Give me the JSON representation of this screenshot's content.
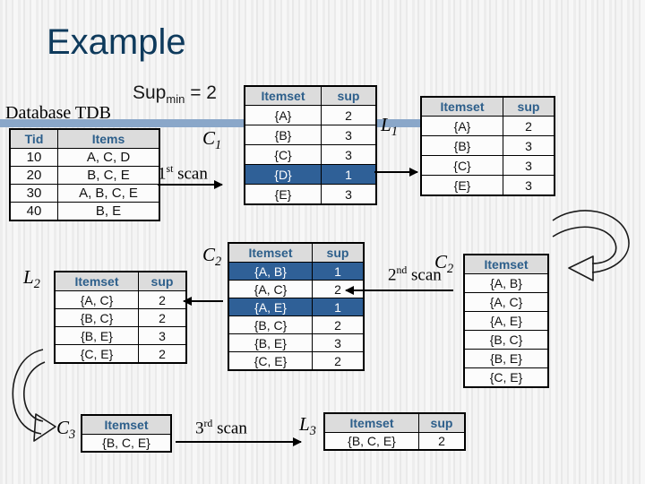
{
  "slide": {
    "title": "Example",
    "supmin_text": "Sup",
    "supmin_sub": "min",
    "supmin_value": "= 2",
    "database_label": "Database TDB"
  },
  "colors": {
    "title": "#0e3a5c",
    "header_text": "#2d5f8b",
    "header_bg": "#dcdcdc",
    "highlight_row": "#2f6097",
    "blue_bar": "#8aa7c9",
    "background": "#f2f2f2"
  },
  "labels": {
    "c1": "C",
    "c1_sub": "1",
    "l1": "L",
    "l1_sub": "1",
    "c2_mid": "C",
    "c2_mid_sub": "2",
    "l2": "L",
    "l2_sub": "2",
    "c2_right": "C",
    "c2_right_sub": "2",
    "c3": "C",
    "c3_sub": "3",
    "l3": "L",
    "l3_sub": "3",
    "scan1": "1",
    "scan1_sup": "st",
    "scan1_rest": " scan",
    "scan2": "2",
    "scan2_sup": "nd",
    "scan2_rest": " scan",
    "scan3": "3",
    "scan3_sup": "rd",
    "scan3_rest": " scan"
  },
  "tables": {
    "tdb": {
      "name": "Database TDB",
      "headers": [
        "Tid",
        "Items"
      ],
      "rows": [
        {
          "cells": [
            "10",
            "A, C, D"
          ],
          "highlight": false
        },
        {
          "cells": [
            "20",
            "B, C, E"
          ],
          "highlight": false
        },
        {
          "cells": [
            "30",
            "A, B, C, E"
          ],
          "highlight": false
        },
        {
          "cells": [
            "40",
            "B, E"
          ],
          "highlight": false
        }
      ]
    },
    "c1": {
      "name": "C1",
      "headers": [
        "Itemset",
        "sup"
      ],
      "rows": [
        {
          "cells": [
            "{A}",
            "2"
          ],
          "highlight": false
        },
        {
          "cells": [
            "{B}",
            "3"
          ],
          "highlight": false
        },
        {
          "cells": [
            "{C}",
            "3"
          ],
          "highlight": false
        },
        {
          "cells": [
            "{D}",
            "1"
          ],
          "highlight": true
        },
        {
          "cells": [
            "{E}",
            "3"
          ],
          "highlight": false
        }
      ]
    },
    "l1": {
      "name": "L1",
      "headers": [
        "Itemset",
        "sup"
      ],
      "rows": [
        {
          "cells": [
            "{A}",
            "2"
          ],
          "highlight": false
        },
        {
          "cells": [
            "{B}",
            "3"
          ],
          "highlight": false
        },
        {
          "cells": [
            "{C}",
            "3"
          ],
          "highlight": false
        },
        {
          "cells": [
            "{E}",
            "3"
          ],
          "highlight": false
        }
      ]
    },
    "c2_mid": {
      "name": "C2 with supports",
      "headers": [
        "Itemset",
        "sup"
      ],
      "rows": [
        {
          "cells": [
            "{A, B}",
            "1"
          ],
          "highlight": true
        },
        {
          "cells": [
            "{A, C}",
            "2"
          ],
          "highlight": false
        },
        {
          "cells": [
            "{A, E}",
            "1"
          ],
          "highlight": true
        },
        {
          "cells": [
            "{B, C}",
            "2"
          ],
          "highlight": false
        },
        {
          "cells": [
            "{B, E}",
            "3"
          ],
          "highlight": false
        },
        {
          "cells": [
            "{C, E}",
            "2"
          ],
          "highlight": false
        }
      ]
    },
    "l2": {
      "name": "L2",
      "headers": [
        "Itemset",
        "sup"
      ],
      "rows": [
        {
          "cells": [
            "{A, C}",
            "2"
          ],
          "highlight": false
        },
        {
          "cells": [
            "{B, C}",
            "2"
          ],
          "highlight": false
        },
        {
          "cells": [
            "{B, E}",
            "3"
          ],
          "highlight": false
        },
        {
          "cells": [
            "{C, E}",
            "2"
          ],
          "highlight": false
        }
      ]
    },
    "c2_right": {
      "name": "C2 candidates",
      "headers": [
        "Itemset"
      ],
      "rows": [
        {
          "cells": [
            "{A, B}"
          ],
          "highlight": false
        },
        {
          "cells": [
            "{A, C}"
          ],
          "highlight": false
        },
        {
          "cells": [
            "{A, E}"
          ],
          "highlight": false
        },
        {
          "cells": [
            "{B, C}"
          ],
          "highlight": false
        },
        {
          "cells": [
            "{B, E}"
          ],
          "highlight": false
        },
        {
          "cells": [
            "{C, E}"
          ],
          "highlight": false
        }
      ]
    },
    "c3": {
      "name": "C3",
      "headers": [
        "Itemset"
      ],
      "rows": [
        {
          "cells": [
            "{B, C, E}"
          ],
          "highlight": false
        }
      ]
    },
    "l3": {
      "name": "L3",
      "headers": [
        "Itemset",
        "sup"
      ],
      "rows": [
        {
          "cells": [
            "{B, C, E}",
            "2"
          ],
          "highlight": false
        }
      ]
    }
  }
}
